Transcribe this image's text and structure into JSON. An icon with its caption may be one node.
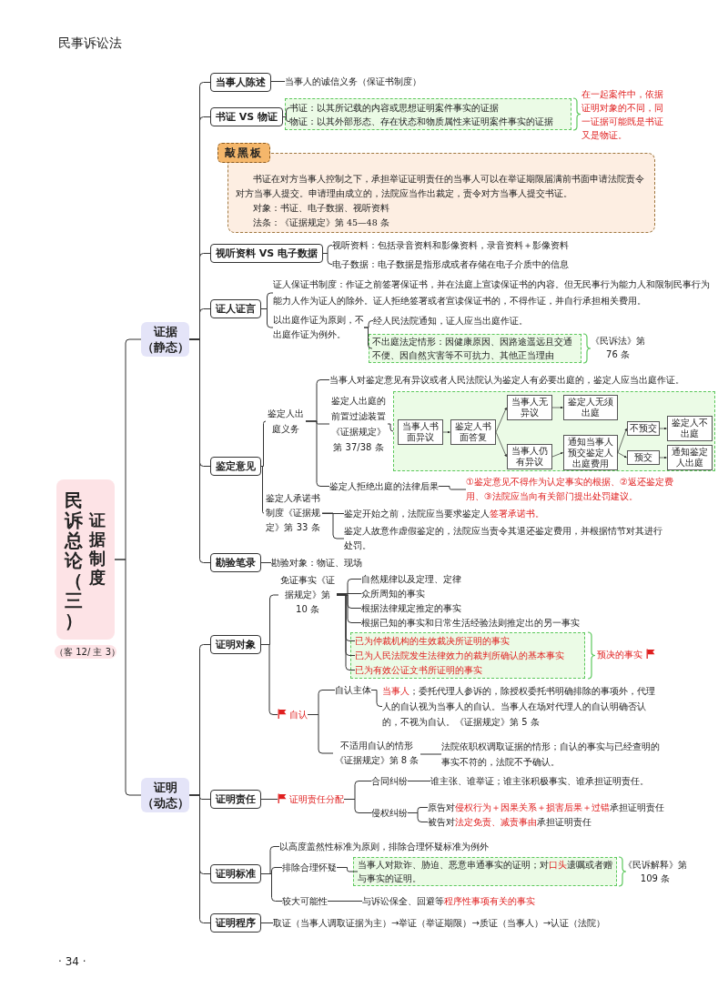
{
  "diagram": {
    "title": "民事诉讼法",
    "nodes": [
      {
        "text": [
          "民诉总论（三）",
          "证据制度"
        ],
        "beside": [
          "（客 12/ 主 3）"
        ]
      },
      {
        "text": [
          "证据（静态）"
        ]
      },
      {
        "text": [
          "证明（动态）"
        ]
      },
      {
        "text": [
          "当事人陈述"
        ]
      },
      {
        "text": [
          "当事人的诚信义务（保证书制度）"
        ]
      },
      {
        "text": [
          "书证 VS 物证"
        ]
      },
      {
        "text": [],
        "shape": "box",
        "beside": [
          "在一起案件中，依据证明对象的不同，同一证据可能既是书证又是物证。"
        ]
      },
      {
        "text": [
          "书证：以其所记载的内容或思想证明案件事实的证据"
        ],
        "in": 6
      },
      {
        "text": [
          "物证：以其外部形态、存在状态和物质属性来证明案件事实的证据"
        ],
        "in": 6
      },
      {
        "text": [
          "敲黑板",
          "书证在对方当事人控制之下，承担举证证明责任的当事人可以在举证期限届满前书面申请法院责令对方当事人提交。申请理由成立的，法院应当作出裁定，责令对方当事人提交书证。",
          "对象：书证、电子数据、视听资料",
          "法条：《证据规定》第 45—48 条"
        ]
      },
      {
        "text": [
          "视听资料 VS 电子数据"
        ]
      },
      {
        "text": [
          "视听资料：包括录音资料和影像资料，录音资料＋影像资料"
        ]
      },
      {
        "text": [
          "电子数据：电子数据是指形成或者存储在电子介质中的信息"
        ]
      },
      {
        "text": [
          "证人证言"
        ]
      },
      {
        "text": [
          "证人保证书制度：作证之前签署保证书，并在法庭上宣读保证书的内容。但无民事行为能力人和限制民事行为能力人作为证人的除外。证人拒绝签署或者宣读保证书的，不得作证，并自行承担相关费用。"
        ]
      },
      {
        "text": [
          "以出庭作证为原则，不出庭作证为例外。"
        ]
      },
      {
        "text": [
          "经人民法院通知，证人应当出庭作证。"
        ]
      },
      {
        "text": [],
        "shape": "box",
        "beside": [
          "《民诉法》第 76 条"
        ]
      },
      {
        "text": [
          "不出庭法定情形：因健康原因、因路途遥远且交通不便、因自然灾害等不可抗力、其他正当理由"
        ],
        "in": 17
      },
      {
        "text": [
          "鉴定意见"
        ]
      },
      {
        "text": [
          "鉴定人出庭义务"
        ]
      },
      {
        "text": [
          "当事人对鉴定意见有异议或者人民法院认为鉴定人有必要出庭的，鉴定人应当出庭作证。"
        ]
      },
      {
        "text": [
          "鉴定人出庭的前置过滤装置《证据规定》第 37/38 条"
        ]
      },
      {
        "text": [],
        "shape": "box"
      },
      {
        "text": [
          "当事人书面异议"
        ],
        "in": 23
      },
      {
        "text": [
          "鉴定人书面答复"
        ],
        "in": 23
      },
      {
        "text": [
          "当事人无异议"
        ],
        "in": 23
      },
      {
        "text": [
          "鉴定人无须出庭"
        ],
        "in": 23
      },
      {
        "text": [
          "当事人仍有异议"
        ],
        "in": 23
      },
      {
        "text": [
          "通知当事人预交鉴定人出庭费用"
        ],
        "in": 23
      },
      {
        "text": [
          "不预交"
        ],
        "in": 23
      },
      {
        "text": [
          "鉴定人不出庭"
        ],
        "in": 23
      },
      {
        "text": [
          "预交"
        ],
        "in": 23
      },
      {
        "text": [
          "通知鉴定人出庭"
        ],
        "in": 23
      },
      {
        "text": [
          "鉴定人拒绝出庭的法律后果"
        ]
      },
      {
        "text": [
          "①鉴定意见不得作为认定事实的根据、②返还鉴定费用、③法院应当向有关部门提出处罚建议。"
        ]
      },
      {
        "text": [
          "鉴定人承诺书制度《证据规定》第 33 条"
        ]
      },
      {
        "text": [
          "鉴定开始之前，法院应当要求鉴定人**签署承诺书。**"
        ]
      },
      {
        "text": [
          "鉴定人故意作虚假鉴定的，法院应当责令其退还鉴定费用，并根据情节对其进行处罚。"
        ]
      },
      {
        "text": [
          "勘验笔录"
        ]
      },
      {
        "text": [
          "勘验对象：物证、现场"
        ]
      },
      {
        "text": [
          "证明对象"
        ]
      },
      {
        "text": [
          "免证事实《证据规定》第 10 条"
        ]
      },
      {
        "text": [
          "自然规律以及定理、定律"
        ]
      },
      {
        "text": [
          "众所周知的事实"
        ]
      },
      {
        "text": [
          "根据法律规定推定的事实"
        ]
      },
      {
        "text": [
          "根据已知的事实和日常生活经验法则推定出的另一事实"
        ]
      },
      {
        "text": [],
        "shape": "box",
        "beside": [
          "预决的事实"
        ]
      },
      {
        "text": [
          "已为仲裁机构的生效裁决所证明的事实"
        ],
        "in": 47
      },
      {
        "text": [
          "已为人民法院发生法律效力的裁判所确认的基本事实"
        ],
        "in": 47
      },
      {
        "text": [
          "已为有效公证文书所证明的事实"
        ],
        "in": 47
      },
      {
        "text": [
          "自认"
        ]
      },
      {
        "text": [
          "自认主体"
        ]
      },
      {
        "text": [
          "**当事人**；委托代理人参诉的，除授权委托书明确排除的事项外，代理人的自认视为当事人的自认。当事人在场对代理人的自认明确否认的，不视为自认。《证据规定》第 5 条"
        ]
      },
      {
        "text": [
          "不适用自认的情形《证据规定》第 8 条"
        ]
      },
      {
        "text": [
          "法院依职权调取证据的情形；自认的事实与已经查明的事实不符的，法院不予确认。"
        ]
      },
      {
        "text": [
          "证明责任"
        ]
      },
      {
        "text": [
          "证明责任分配"
        ]
      },
      {
        "text": [
          "合同纠纷"
        ]
      },
      {
        "text": [
          "谁主张、谁举证；谁主张积极事实、谁承担证明责任。"
        ]
      },
      {
        "text": [
          "侵权纠纷"
        ]
      },
      {
        "text": [
          "原告对**侵权行为＋因果关系＋损害后果＋过错**承担证明责任"
        ]
      },
      {
        "text": [
          "被告对**法定免责、减责事由**承担证明责任"
        ]
      },
      {
        "text": [
          "证明标准"
        ]
      },
      {
        "text": [
          "以高度盖然性标准为原则，排除合理怀疑标准为例外"
        ]
      },
      {
        "text": [
          "排除合理怀疑"
        ]
      },
      {
        "text": [],
        "shape": "box",
        "beside": [
          "《民诉解释》第 109 条"
        ]
      },
      {
        "text": [
          "当事人对欺诈、胁迫、恶意串通事实的证明；对**口头**遗嘱或者赠与事实的证明。"
        ],
        "in": 66
      },
      {
        "text": [
          "较大可能性"
        ]
      },
      {
        "text": [
          "与诉讼保全、回避等**程序性事项有关的事实**"
        ]
      },
      {
        "text": [
          "证明程序"
        ]
      },
      {
        "text": [
          "取证（当事人调取证据为主）→举证（举证期限）→质证（当事人）→认证（法院）"
        ]
      }
    ],
    "edges": [
      {
        "from": 0,
        "to": 1,
        "arrow": "none"
      },
      {
        "from": 0,
        "to": 2,
        "arrow": "none"
      },
      {
        "from": 1,
        "to": 3,
        "arrow": "none"
      },
      {
        "from": 1,
        "to": 5,
        "arrow": "none"
      },
      {
        "from": 1,
        "to": 10,
        "arrow": "none"
      },
      {
        "from": 1,
        "to": 13,
        "arrow": "none"
      },
      {
        "from": 1,
        "to": 19,
        "arrow": "none"
      },
      {
        "from": 1,
        "to": 39,
        "arrow": "none"
      },
      {
        "from": 3,
        "to": 4,
        "arrow": "none"
      },
      {
        "from": 5,
        "to": 7,
        "arrow": "none"
      },
      {
        "from": 5,
        "to": 8,
        "arrow": "none"
      },
      {
        "from": 10,
        "to": 11,
        "arrow": "none"
      },
      {
        "from": 10,
        "to": 12,
        "arrow": "none"
      },
      {
        "from": 13,
        "to": 14,
        "arrow": "none"
      },
      {
        "from": 13,
        "to": 15,
        "arrow": "none"
      },
      {
        "from": 15,
        "to": 16,
        "arrow": "none"
      },
      {
        "from": 15,
        "to": 18,
        "arrow": "none"
      },
      {
        "from": 19,
        "to": 20,
        "arrow": "none"
      },
      {
        "from": 19,
        "to": 36,
        "arrow": "none"
      },
      {
        "from": 20,
        "to": 21,
        "arrow": "none"
      },
      {
        "from": 20,
        "to": 22,
        "arrow": "none"
      },
      {
        "from": 20,
        "to": 34,
        "arrow": "none"
      },
      {
        "from": 22,
        "to": 23,
        "arrow": "none"
      },
      {
        "from": 24,
        "to": 25,
        "arrow": "to"
      },
      {
        "from": 25,
        "to": 26,
        "arrow": "to"
      },
      {
        "from": 25,
        "to": 28,
        "arrow": "to"
      },
      {
        "from": 26,
        "to": 27,
        "arrow": "to"
      },
      {
        "from": 28,
        "to": 29,
        "arrow": "to"
      },
      {
        "from": 29,
        "to": 30,
        "arrow": "to"
      },
      {
        "from": 29,
        "to": 32,
        "arrow": "to"
      },
      {
        "from": 30,
        "to": 31,
        "arrow": "to"
      },
      {
        "from": 32,
        "to": 33,
        "arrow": "to"
      },
      {
        "from": 34,
        "to": 35,
        "arrow": "none"
      },
      {
        "from": 36,
        "to": 37,
        "arrow": "none"
      },
      {
        "from": 36,
        "to": 38,
        "arrow": "none"
      },
      {
        "from": 39,
        "to": 40,
        "arrow": "none"
      },
      {
        "from": 2,
        "to": 41,
        "arrow": "none"
      },
      {
        "from": 2,
        "to": 56,
        "arrow": "none"
      },
      {
        "from": 2,
        "to": 63,
        "arrow": "none"
      },
      {
        "from": 2,
        "to": 70,
        "arrow": "none"
      },
      {
        "from": 41,
        "to": 42,
        "arrow": "none"
      },
      {
        "from": 41,
        "to": 51,
        "arrow": "none"
      },
      {
        "from": 42,
        "to": 43,
        "arrow": "none"
      },
      {
        "from": 42,
        "to": 44,
        "arrow": "none"
      },
      {
        "from": 42,
        "to": 45,
        "arrow": "none"
      },
      {
        "from": 42,
        "to": 46,
        "arrow": "none"
      },
      {
        "from": 42,
        "to": 48,
        "arrow": "none"
      },
      {
        "from": 42,
        "to": 49,
        "arrow": "none"
      },
      {
        "from": 42,
        "to": 50,
        "arrow": "none"
      },
      {
        "from": 51,
        "to": 52,
        "arrow": "none"
      },
      {
        "from": 51,
        "to": 54,
        "arrow": "none"
      },
      {
        "from": 52,
        "to": 53,
        "arrow": "none"
      },
      {
        "from": 54,
        "to": 55,
        "arrow": "none"
      },
      {
        "from": 56,
        "to": 57,
        "arrow": "none"
      },
      {
        "from": 57,
        "to": 58,
        "arrow": "none"
      },
      {
        "from": 57,
        "to": 60,
        "arrow": "none"
      },
      {
        "from": 58,
        "to": 59,
        "arrow": "none"
      },
      {
        "from": 60,
        "to": 61,
        "arrow": "none"
      },
      {
        "from": 60,
        "to": 62,
        "arrow": "none"
      },
      {
        "from": 63,
        "to": 64,
        "arrow": "none"
      },
      {
        "from": 63,
        "to": 65,
        "arrow": "none"
      },
      {
        "from": 63,
        "to": 68,
        "arrow": "none"
      },
      {
        "from": 65,
        "to": 67,
        "arrow": "none"
      },
      {
        "from": 68,
        "to": 69,
        "arrow": "none"
      },
      {
        "from": 70,
        "to": 71,
        "arrow": "none"
      }
    ],
    "labels": [
      "· 34 ·"
    ]
  }
}
